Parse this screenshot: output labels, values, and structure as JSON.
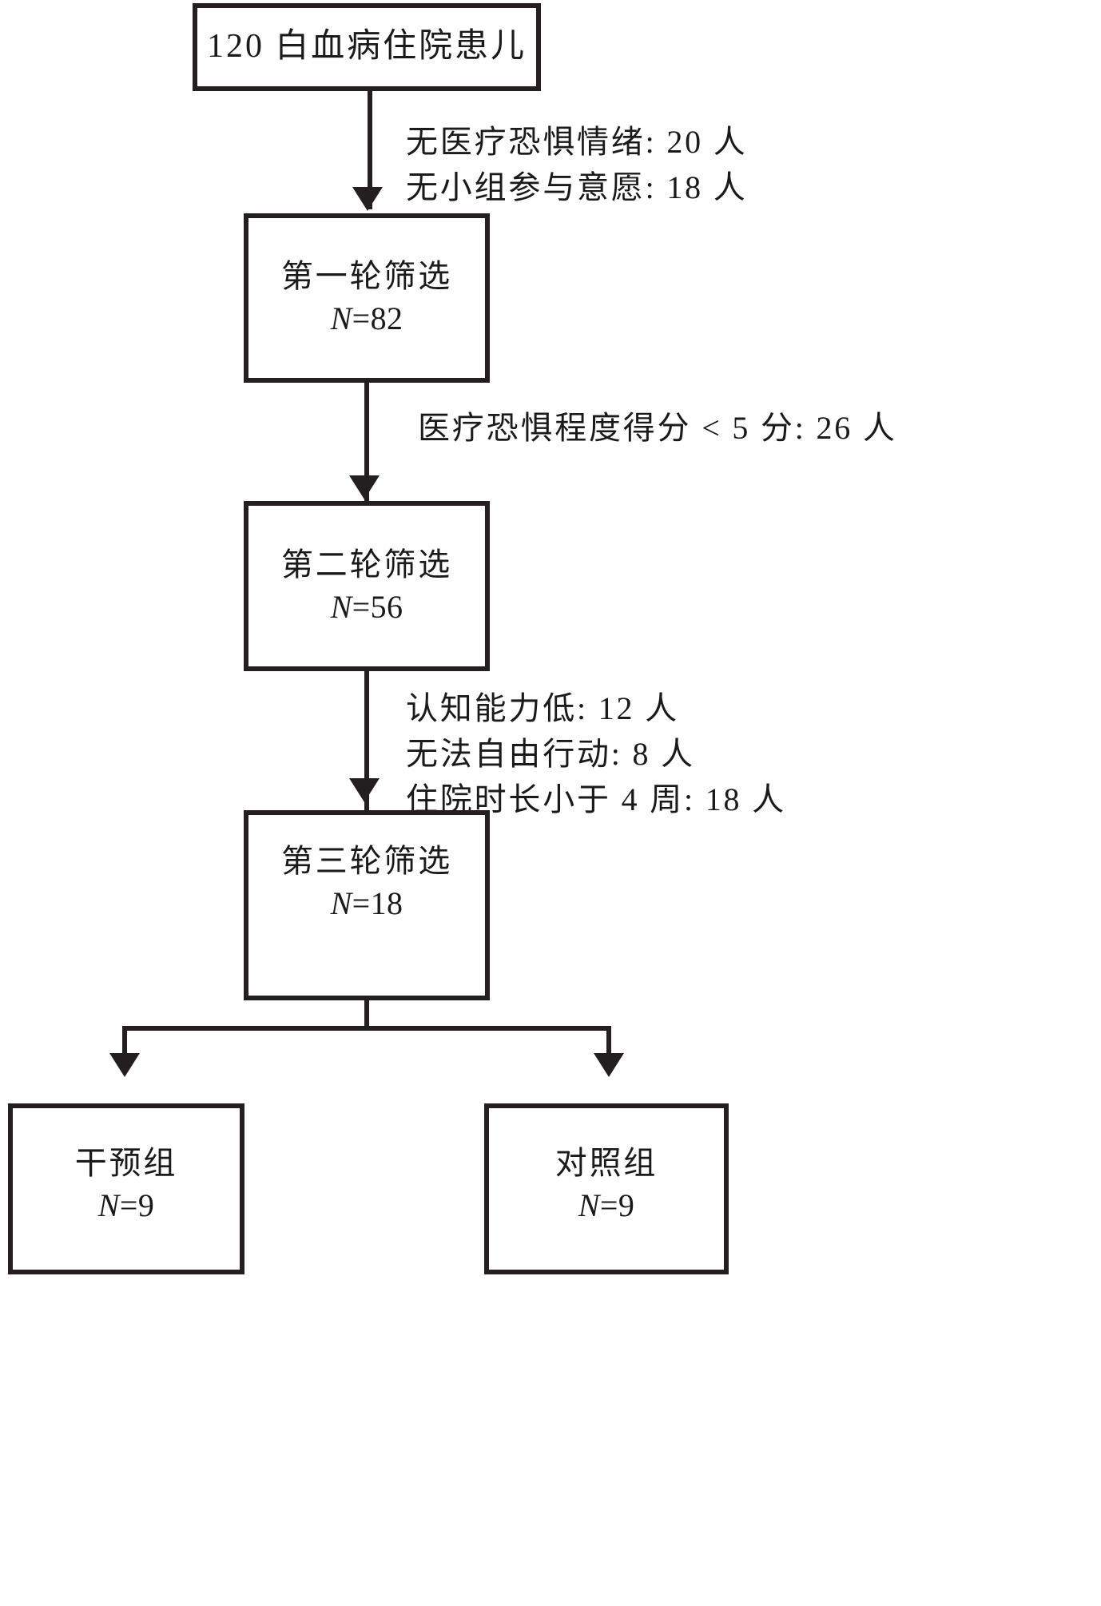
{
  "chart_data": {
    "type": "diagram",
    "title": "患儿筛选流程图",
    "nodes": [
      {
        "id": "source",
        "label": "120 白血病住院患儿",
        "n": null
      },
      {
        "id": "round1",
        "label": "第一轮筛选",
        "n": "N=82"
      },
      {
        "id": "round2",
        "label": "第二轮筛选",
        "n": "N=56"
      },
      {
        "id": "round3",
        "label": "第三轮筛选",
        "n": "N=18"
      },
      {
        "id": "intervention",
        "label": "干预组",
        "n": "N=9"
      },
      {
        "id": "control",
        "label": "对照组",
        "n": "N=9"
      }
    ],
    "exclusions": [
      {
        "after": "source",
        "reasons": [
          "无医疗恐惧情绪: 20 人",
          "无小组参与意愿: 18 人"
        ]
      },
      {
        "after": "round1",
        "reasons": [
          "医疗恐惧程度得分 < 5 分: 26 人"
        ]
      },
      {
        "after": "round2",
        "reasons": [
          "认知能力低: 12 人",
          "无法自由行动: 8 人",
          "住院时长小于 4 周: 18 人"
        ]
      }
    ]
  },
  "flow": {
    "source_box": {
      "label": "120 白血病住院患儿"
    },
    "round1_box": {
      "label": "第一轮筛选",
      "n": "N=82"
    },
    "round2_box": {
      "label": "第二轮筛选",
      "n": "N=56"
    },
    "round3_box": {
      "label": "第三轮筛选",
      "n": "N=18"
    },
    "intervention_box": {
      "label": "干预组",
      "n": "N=9"
    },
    "control_box": {
      "label": "对照组",
      "n": "N=9"
    },
    "annotation1": {
      "line1": "无医疗恐惧情绪: 20 人",
      "line2": "无小组参与意愿: 18 人"
    },
    "annotation2": {
      "line1": "医疗恐惧程度得分 < 5 分: 26 人"
    },
    "annotation3": {
      "line1": "认知能力低: 12 人",
      "line2": "无法自由行动: 8 人",
      "line3": "住院时长小于 4 周: 18 人"
    }
  },
  "colors": {
    "stroke": "#231f20",
    "background": "#ffffff"
  }
}
